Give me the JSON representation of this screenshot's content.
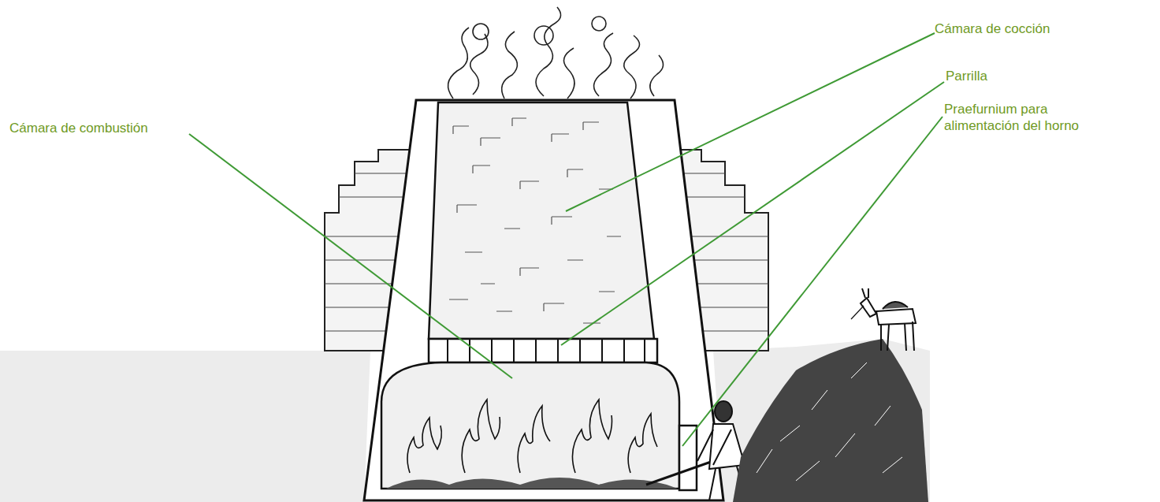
{
  "diagram": {
    "labels": [
      "Cámara de cocción",
      "Parrilla",
      "Praefurnium para alimentación del horno",
      "Cámara de combustión"
    ]
  }
}
